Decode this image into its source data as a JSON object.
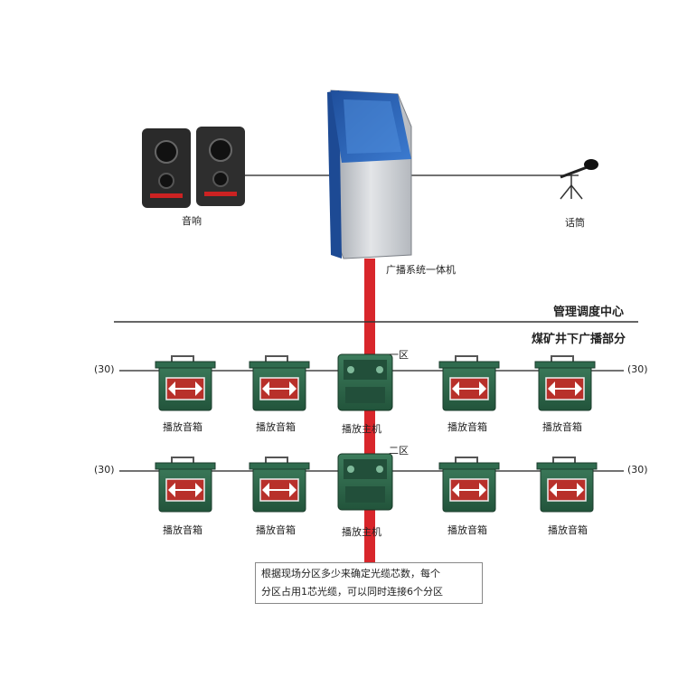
{
  "labels": {
    "speakers": "音响",
    "microphone": "话筒",
    "broadcast_unit": "广播系统一体机",
    "control_center": "管理调度中心",
    "mine_section": "煤矿井下广播部分",
    "zone_1": "一区",
    "zone_2": "二区",
    "speaker_box": "播放音箱",
    "host_unit": "播放主机",
    "ext_left_1": "(30)",
    "ext_right_1": "(30)",
    "ext_left_2": "(30)",
    "ext_right_2": "(30)"
  },
  "note": {
    "line1": "根据现场分区多少来确定光缆芯数，每个",
    "line2": "分区占用1芯光缆，可以同时连接6个分区"
  },
  "colors": {
    "fiber": "#d8262b",
    "box_green": "#2f6b4e",
    "box_dark": "#224f3a",
    "panel_red": "#b8302a",
    "kiosk_blue": "#2a5fb0",
    "kiosk_silver": "#c9ccd1",
    "line": "#333333"
  }
}
